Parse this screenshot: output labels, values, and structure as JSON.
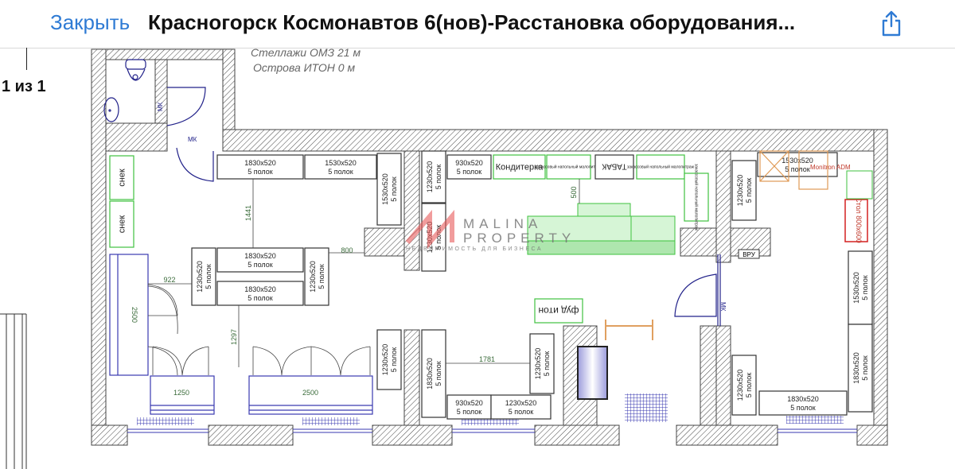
{
  "header": {
    "close_label": "Закрыть",
    "title": "Красногорск Космонавтов 6(нов)-Расстановка оборудования...",
    "share_icon": "share-icon",
    "accent_color": "#2f7bd4"
  },
  "pager": "1 из 1",
  "plan": {
    "notes": [
      "Стеллажи ОМЗ 21 м",
      "Острова ИТОН 0 м"
    ],
    "shelves": [
      {
        "size": "1830x520",
        "shelves": "5 полок"
      },
      {
        "size": "1530x520",
        "shelves": "5 полок"
      },
      {
        "size": "1530x520",
        "shelves": "5 полок"
      },
      {
        "size": "1230x520",
        "shelves": "5 полок"
      },
      {
        "size": "1230x520",
        "shelves": "5 полок"
      },
      {
        "size": "930x520",
        "shelves": "5 полок"
      },
      {
        "size": "1830x520",
        "shelves": "5 полок"
      },
      {
        "size": "1830x520",
        "shelves": "5 полок"
      },
      {
        "size": "1230x520",
        "shelves": "5 полок"
      },
      {
        "size": "1230x520",
        "shelves": "5 полок"
      },
      {
        "size": "1230x520",
        "shelves": "5 полок"
      },
      {
        "size": "1830x520",
        "shelves": "5 полок"
      },
      {
        "size": "930x520",
        "shelves": "5 полок"
      },
      {
        "size": "1230x520",
        "shelves": "5 полок"
      },
      {
        "size": "1230x520",
        "shelves": "5 полок"
      },
      {
        "size": "1230x520",
        "shelves": "5 полок"
      },
      {
        "size": "1530x520",
        "shelves": "5 полок"
      },
      {
        "size": "1530x520",
        "shelves": "5 полок"
      },
      {
        "size": "1830x520",
        "shelves": "5 полок"
      },
      {
        "size": "1230x520",
        "shelves": "5 полок"
      },
      {
        "size": "1830x520",
        "shelves": "5 полок"
      }
    ],
    "equipment": [
      "снек",
      "снек",
      "Кондитерка",
      "закассовый напольный малопитраж",
      "ТАБАК",
      "закассовый напольный малопитраж",
      "закассовый напольный малопитраж",
      "фуд итон"
    ],
    "table_label": "Стол 800x600",
    "monitor_label": "Monitron ADM",
    "vru_label": "ВРУ",
    "mk_labels": [
      "МК",
      "МК",
      "МК"
    ],
    "dimensions": [
      "1441",
      "800",
      "922",
      "1297",
      "1781",
      "500",
      "2500",
      "1250",
      "2500"
    ],
    "watermark": {
      "brand_line1": "MALINA",
      "brand_line2": "PROPERTY",
      "tagline": "НЕДВИЖИМОСТЬ ДЛЯ БИЗНЕСА"
    }
  }
}
